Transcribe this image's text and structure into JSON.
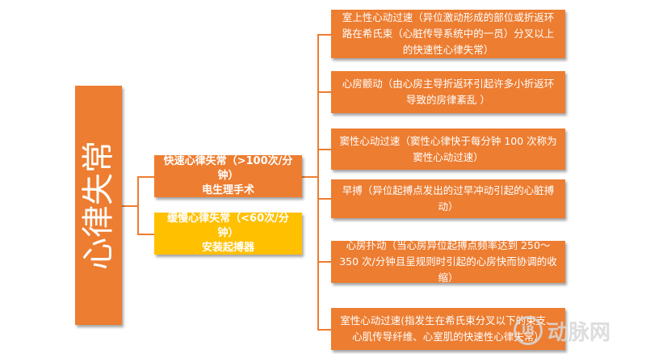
{
  "root": {
    "label": "心律失常"
  },
  "branches": [
    {
      "label": "快速心律失常（>100次/分钟）",
      "sub": "电生理手术"
    },
    {
      "label": "缓慢心律失常（<60次/分钟）",
      "sub": "安装起搏器"
    }
  ],
  "leaves": [
    "室上性心动过速（异位激动形成的部位或折返环路在希氏束（心脏传导系统中的一员）分叉以上的快速性心律失常）",
    "心房颤动（由心房主导折返环引起许多小折返环导致的房律紊乱 ）",
    "窦性心动过速（窦性心律快于每分钟 100 次称为窦性心动过速）",
    "早搏（异位起搏点发出的过早冲动引起的心脏搏动）",
    "心房扑动（当心房异位起搏点频率达到 250～350 次/分钟且呈规则时引起的心房快而协调的收缩）",
    "室性心动过速(指发生在希氏束分叉以下的束支、心肌传导纤维、心室肌的快速性心律失常）"
  ],
  "watermark": {
    "mark": "IB",
    "text": "动脉网"
  },
  "colors": {
    "primary": "#ed7d31",
    "secondary": "#ffc000",
    "text": "#ffffff"
  }
}
